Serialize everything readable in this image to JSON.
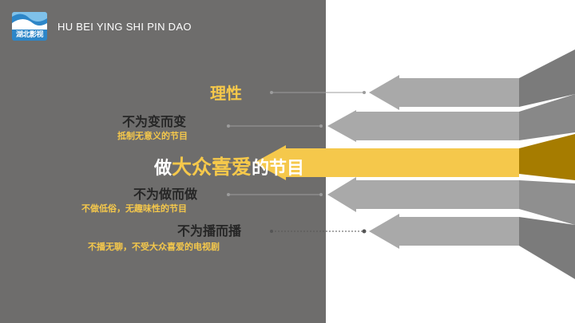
{
  "header": {
    "brand": "HU BEI YING SHI PIN DAO",
    "logo_text": "湖北影视"
  },
  "items": [
    {
      "title": "理性",
      "subtitle": ""
    },
    {
      "title": "不为变而变",
      "subtitle": "抵制无意义的节目"
    },
    {
      "title": "不为做而做",
      "subtitle": "不做低俗，无趣味性的节目"
    },
    {
      "title": "不为播而播",
      "subtitle": "不播无聊，不受大众喜爱的电视剧"
    }
  ],
  "main": {
    "part1": "做",
    "part2": "大众喜爱",
    "part3": "的节目"
  },
  "colors": {
    "panel": "#6e6d6c",
    "gold": "#f5c84b",
    "dark_gold": "#a67c00",
    "arrow_gray": "#a9a9a9",
    "text_dark": "#262626"
  }
}
